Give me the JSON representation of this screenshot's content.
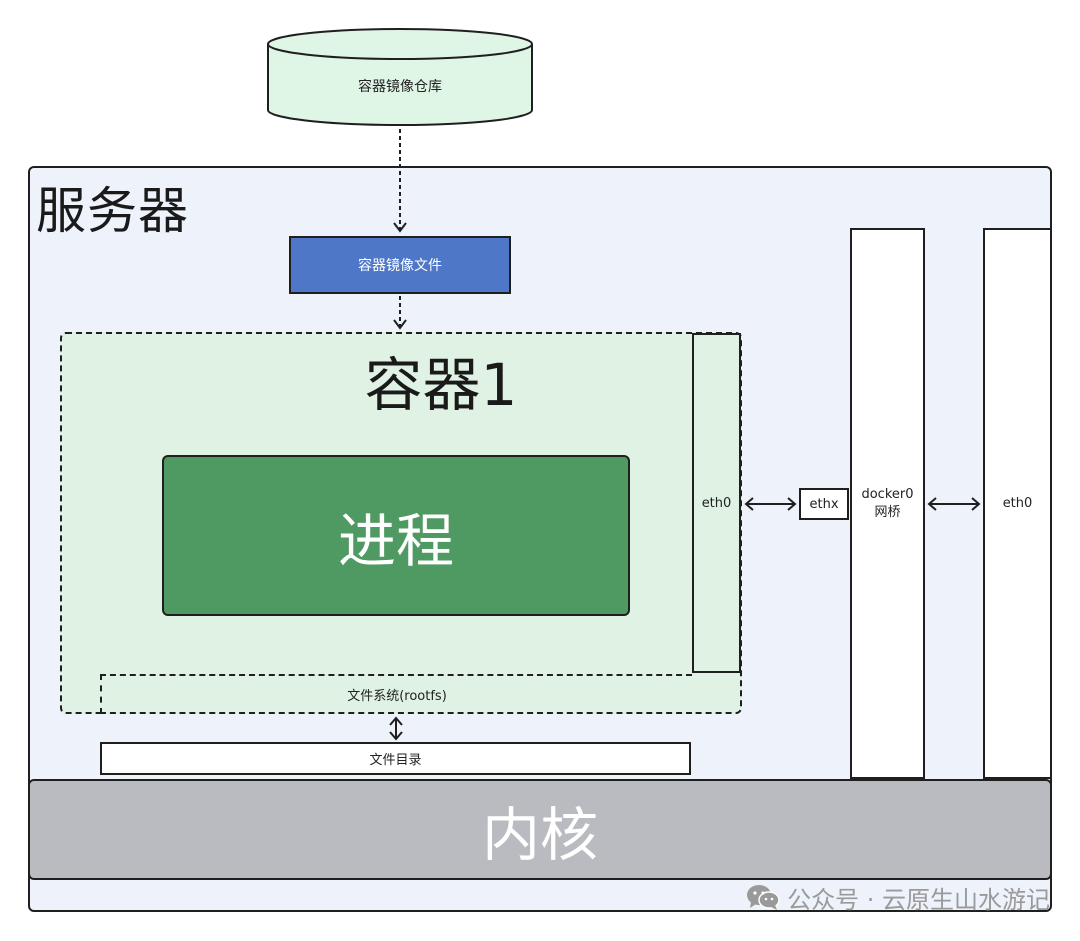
{
  "registry": {
    "label": "容器镜像仓库"
  },
  "server": {
    "title": "服务器"
  },
  "image_file": {
    "label": "容器镜像文件"
  },
  "container": {
    "title": "容器1",
    "process": "进程",
    "rootfs": "文件系统(rootfs)",
    "eth0": "eth0"
  },
  "file_dir": {
    "label": "文件目录"
  },
  "ethx": {
    "label": "ethx"
  },
  "docker0": {
    "name": "docker0",
    "subtitle": "网桥"
  },
  "host_eth0": {
    "label": "eth0"
  },
  "kernel": {
    "label": "内核"
  },
  "watermark": {
    "text": "公众号 · 云原生山水游记",
    "icon": "wechat-icon"
  },
  "colors": {
    "server_bg": "#eef2fb",
    "registry_fill": "#dff5e6",
    "image_file_fill": "#4f77c8",
    "container_fill": "#dff2e3",
    "process_fill": "#4f9a62",
    "kernel_fill": "#b9bbc0"
  }
}
